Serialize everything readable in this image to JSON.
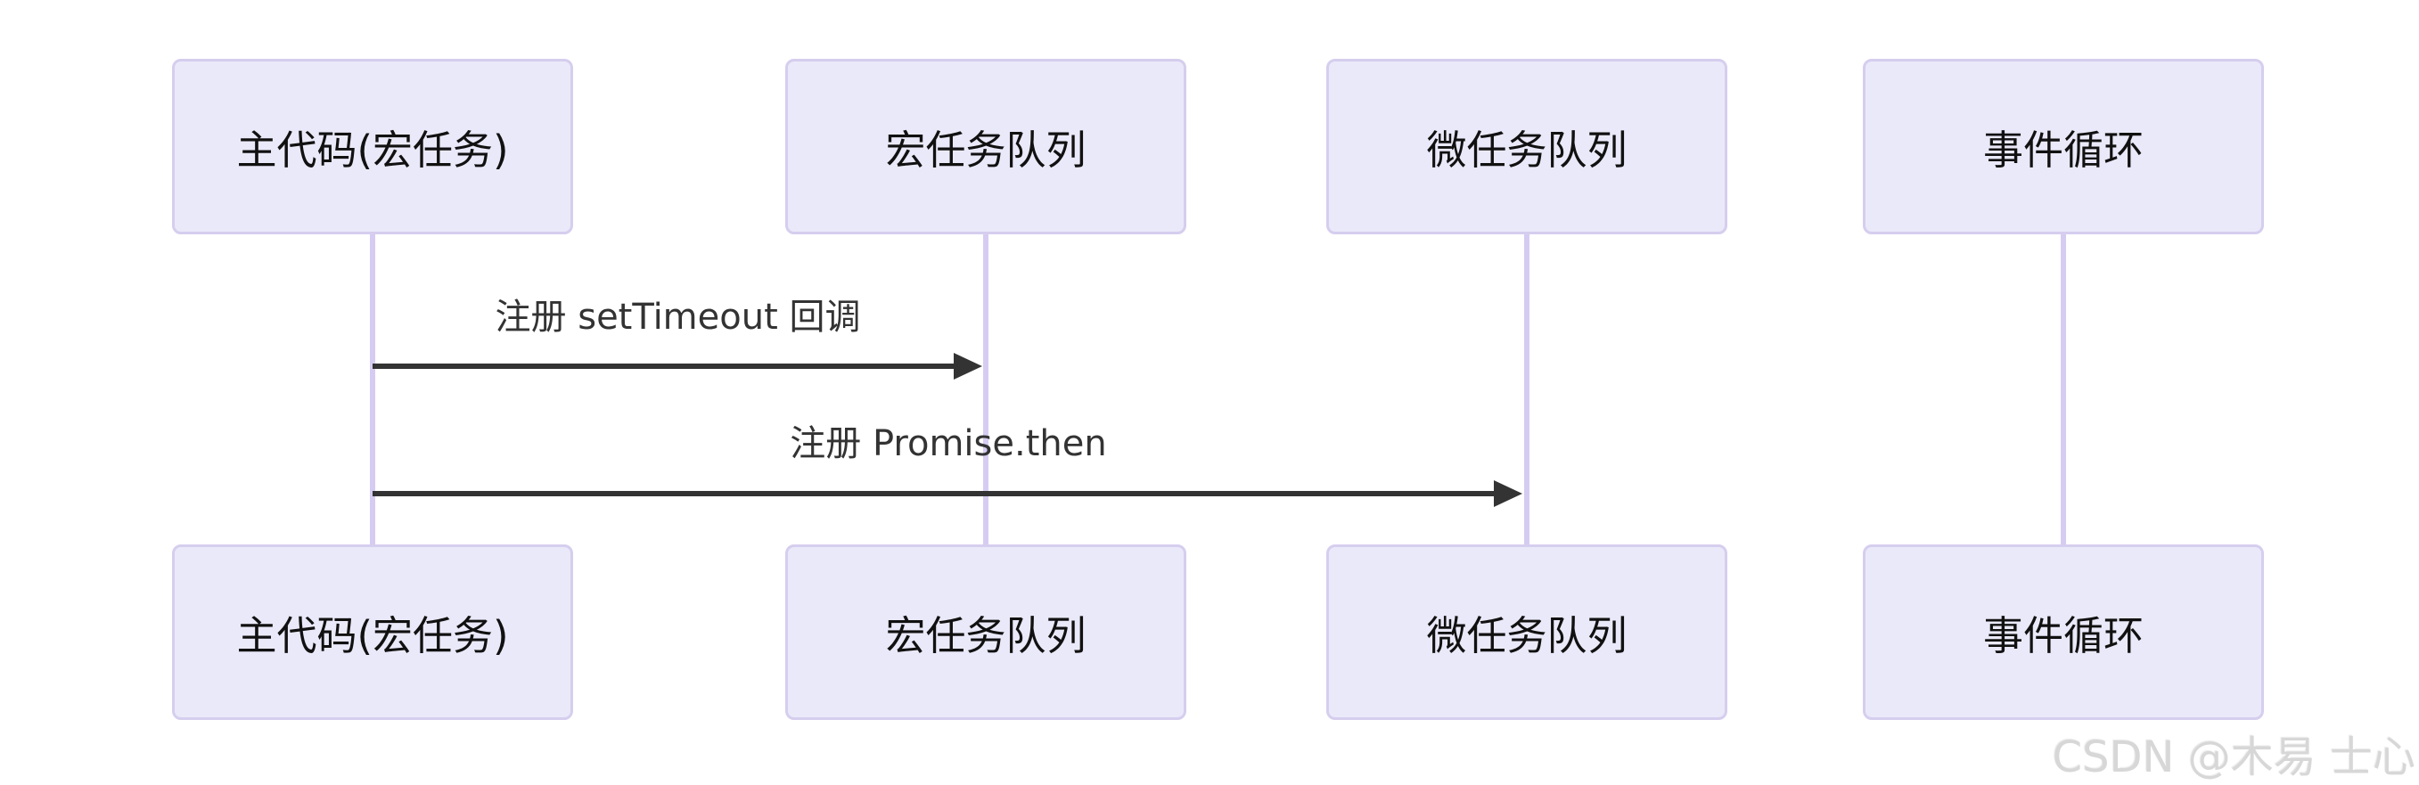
{
  "diagram": {
    "type": "sequence",
    "actors": [
      {
        "label": "主代码(宏任务)"
      },
      {
        "label": "宏任务队列"
      },
      {
        "label": "微任务队列"
      },
      {
        "label": "事件循环"
      }
    ],
    "messages": [
      {
        "from": "主代码(宏任务)",
        "to": "宏任务队列",
        "label": "注册 setTimeout 回调",
        "arrow": "solid"
      },
      {
        "from": "主代码(宏任务)",
        "to": "微任务队列",
        "label": "注册 Promise.then",
        "arrow": "solid"
      }
    ]
  },
  "watermark": {
    "text": "CSDN @木易 士心",
    "color": "#d7d7d7"
  },
  "colors": {
    "background": "#ffffff",
    "actor_fill": "#eae9f9",
    "actor_border": "#d6ceee",
    "lifeline": "#d6ccf2",
    "arrow": "#333333",
    "actor_text": "#111111",
    "message_text": "#333333"
  }
}
